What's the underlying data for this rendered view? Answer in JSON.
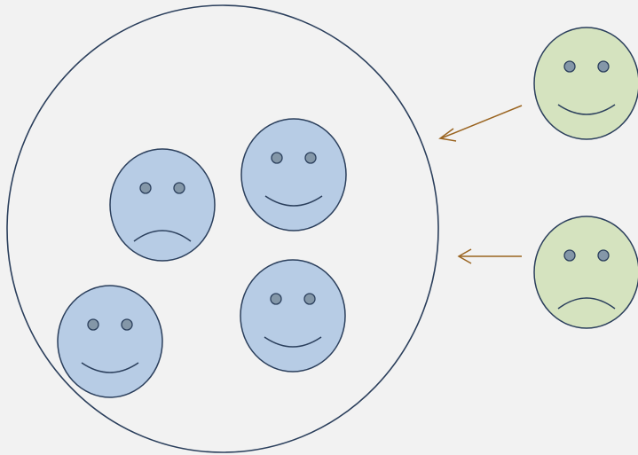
{
  "diagram": {
    "background": "#f2f2f2",
    "outline_color": "#2b3f5c",
    "group": {
      "face_color": "#b7cce5",
      "faces": [
        {
          "mood": "sad"
        },
        {
          "mood": "happy"
        },
        {
          "mood": "happy"
        },
        {
          "mood": "happy"
        }
      ]
    },
    "outsiders": {
      "face_color": "#d5e3bf",
      "faces": [
        {
          "mood": "happy"
        },
        {
          "mood": "sad"
        }
      ]
    },
    "arrow_color": "#9a6420",
    "arrows": [
      {
        "from": "outsider-happy",
        "to": "group"
      },
      {
        "from": "outsider-sad",
        "to": "group"
      }
    ]
  }
}
